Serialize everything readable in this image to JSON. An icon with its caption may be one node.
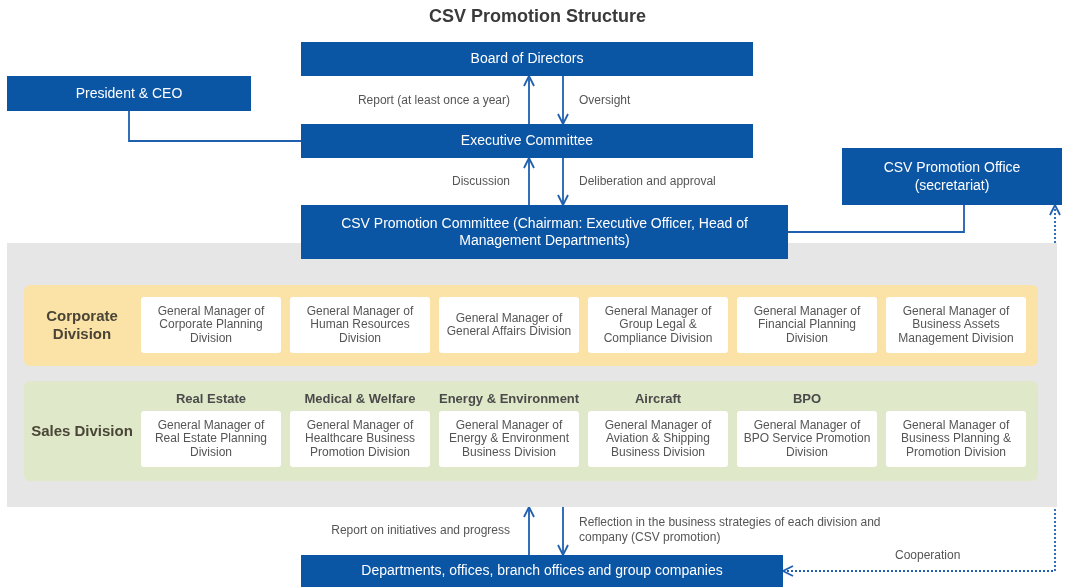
{
  "diagram": {
    "title": "CSV Promotion Structure",
    "nodes": [
      {
        "text": [
          "Board of Directors"
        ]
      },
      {
        "text": [
          "President & CEO"
        ]
      },
      {
        "text": [
          "Executive Committee"
        ]
      },
      {
        "text": [
          "CSV Promotion Office (secretariat)"
        ]
      },
      {
        "text": [
          "CSV Promotion Committee (Chairman: Executive Officer, Head of Management Departments)"
        ]
      },
      {
        "text": [],
        "shape": "box"
      },
      {
        "text": [
          "Corporate Division"
        ],
        "in": 5
      },
      {
        "text": [
          "General Manager of Corporate Planning Division"
        ],
        "in": 6
      },
      {
        "text": [
          "General Manager of Human Resources Division"
        ],
        "in": 6
      },
      {
        "text": [
          "General Manager of General Affairs Division"
        ],
        "in": 6
      },
      {
        "text": [
          "General Manager of Group Legal & Compliance Division"
        ],
        "in": 6
      },
      {
        "text": [
          "General Manager of Financial Planning Division"
        ],
        "in": 6
      },
      {
        "text": [
          "General Manager of Business Assets Management Division"
        ],
        "in": 6
      },
      {
        "text": [
          "Sales Division"
        ],
        "in": 5
      },
      {
        "text": [
          "Real Estate",
          "General Manager of Real Estate Planning Division"
        ],
        "in": 13
      },
      {
        "text": [
          "Medical & Welfare",
          "General Manager of Healthcare Business Promotion Division"
        ],
        "in": 13
      },
      {
        "text": [
          "Energy & Environment",
          "General Manager of Energy & Environment Business Division"
        ],
        "in": 13
      },
      {
        "text": [
          "Aircraft",
          "General Manager of Aviation & Shipping Business Division"
        ],
        "in": 13
      },
      {
        "text": [
          "BPO",
          "General Manager of BPO Service Promotion Division"
        ],
        "in": 13
      },
      {
        "text": [
          "General Manager of Business Planning & Promotion Division"
        ],
        "in": 13
      },
      {
        "text": [
          "Departments, offices, branch offices and group companies"
        ]
      }
    ],
    "edges": [
      {
        "from": 2,
        "to": 0,
        "arrow": "to",
        "label": "Report (at least once a year)"
      },
      {
        "from": 0,
        "to": 2,
        "arrow": "to",
        "label": "Oversight"
      },
      {
        "from": 1,
        "to": 2,
        "arrow": "none"
      },
      {
        "from": 4,
        "to": 2,
        "arrow": "to",
        "label": "Discussion"
      },
      {
        "from": 2,
        "to": 4,
        "arrow": "to",
        "label": "Deliberation and approval"
      },
      {
        "from": 4,
        "to": 3,
        "arrow": "none"
      },
      {
        "from": 20,
        "to": 5,
        "arrow": "to",
        "label": "Report on initiatives and progress"
      },
      {
        "from": 5,
        "to": 20,
        "arrow": "to",
        "label": "Reflection in the business strategies of each division and company (CSV promotion)"
      },
      {
        "from": 3,
        "to": 20,
        "arrow": "both",
        "label": "Cooperation",
        "style": "dashed"
      }
    ]
  }
}
